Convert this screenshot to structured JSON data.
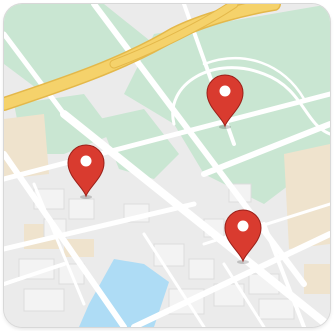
{
  "map": {
    "colors": {
      "land": "#ebebeb",
      "park": "#c9e6d2",
      "building": "#f3f3f3",
      "block_tan": "#efe3cd",
      "water": "#aedcf5",
      "road": "#ffffff",
      "highway": "#f5d26b",
      "highway_edge": "#e4b84a",
      "pin": "#d93b2f",
      "pin_shadow": "#9a2019",
      "pin_dot": "#ffffff"
    },
    "markers": [
      {
        "name": "map-pin-north-east",
        "icon": "map-pin-icon"
      },
      {
        "name": "map-pin-west",
        "icon": "map-pin-icon"
      },
      {
        "name": "map-pin-south-east",
        "icon": "map-pin-icon"
      }
    ]
  }
}
